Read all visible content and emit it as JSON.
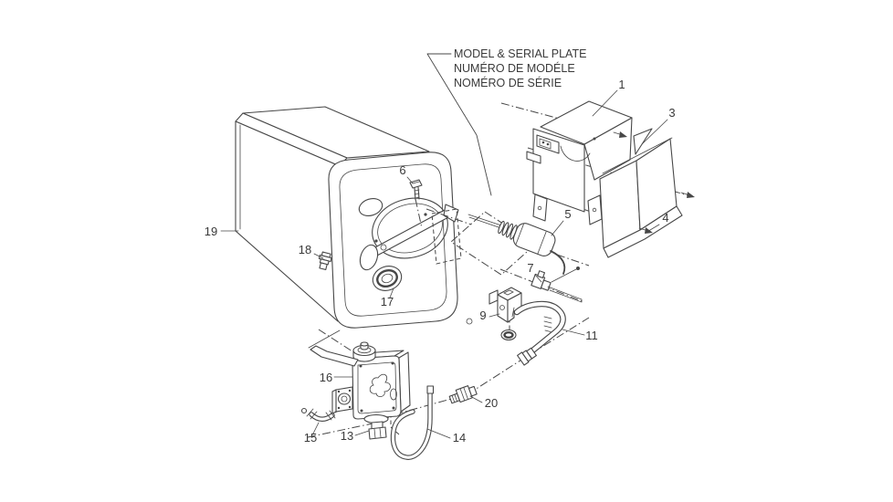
{
  "page": {
    "background": "#ffffff",
    "line_color": "#474747",
    "label_color": "#3a3a3a"
  },
  "annotation": {
    "line1": "MODEL & SERIAL PLATE",
    "line2": "NUMÉRO DE MODÉLE",
    "line3": "NOMÉRO DE SÉRIE"
  },
  "callouts": {
    "n1": "1",
    "n3": "3",
    "n4": "4",
    "n5": "5",
    "n6": "6",
    "n7": "7",
    "n9": "9",
    "n11": "11",
    "n13": "13",
    "n14": "14",
    "n15": "15",
    "n16": "16",
    "n17": "17",
    "n18": "18",
    "n19": "19",
    "n20": "20"
  }
}
